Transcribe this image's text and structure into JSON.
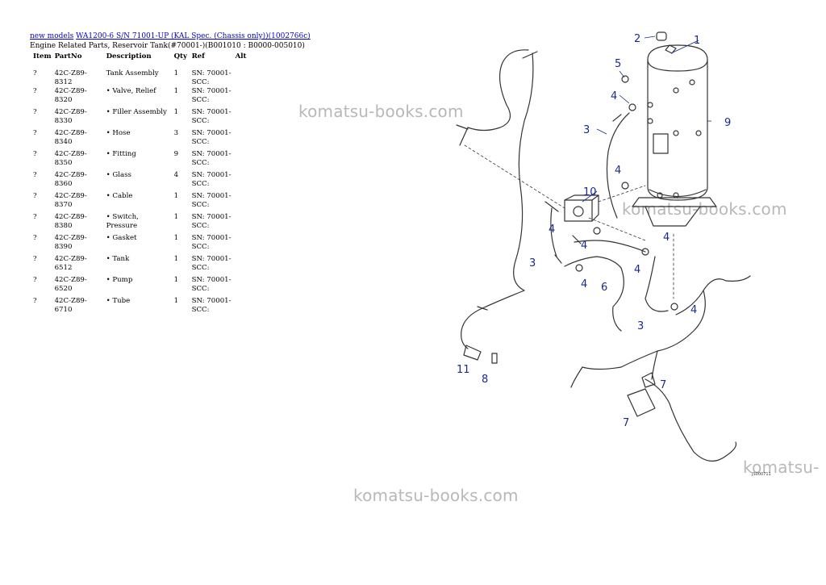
{
  "breadcrumb": {
    "link1": "new models",
    "link2": "WA1200-6 S/N 71001-UP (KAL Spec. (Chassis only))(1002766c)"
  },
  "subtitle": "Engine Related Parts, Reservoir Tank(#70001-)(B001010 : B0000-005010)",
  "table": {
    "headers": {
      "item": "Item",
      "partno": "PartNo",
      "description": "Description",
      "qty": "Qty",
      "ref": "Ref",
      "alt": "Alt"
    },
    "rows": [
      {
        "item": "?",
        "partno": "42C-Z89-8312",
        "description": "Tank Assembly",
        "qty": "1",
        "ref": "SN: 70001-SCC:"
      },
      {
        "item": "?",
        "partno": "42C-Z89-8320",
        "description": "• Valve, Relief",
        "qty": "1",
        "ref": "SN: 70001-SCC:"
      },
      {
        "item": "?",
        "partno": "42C-Z89-8330",
        "description": "• Filler Assembly",
        "qty": "1",
        "ref": "SN: 70001-SCC:"
      },
      {
        "item": "?",
        "partno": "42C-Z89-8340",
        "description": "• Hose",
        "qty": "3",
        "ref": "SN: 70001-SCC:"
      },
      {
        "item": "?",
        "partno": "42C-Z89-8350",
        "description": "• Fitting",
        "qty": "9",
        "ref": "SN: 70001-SCC:"
      },
      {
        "item": "?",
        "partno": "42C-Z89-8360",
        "description": "• Glass",
        "qty": "4",
        "ref": "SN: 70001-SCC:"
      },
      {
        "item": "?",
        "partno": "42C-Z89-8370",
        "description": "• Cable",
        "qty": "1",
        "ref": "SN: 70001-SCC:"
      },
      {
        "item": "?",
        "partno": "42C-Z89-8380",
        "description": "• Switch, Pressure",
        "qty": "1",
        "ref": "SN: 70001-SCC:"
      },
      {
        "item": "?",
        "partno": "42C-Z89-8390",
        "description": "• Gasket",
        "qty": "1",
        "ref": "SN: 70001-SCC:"
      },
      {
        "item": "?",
        "partno": "42C-Z89-6512",
        "description": "• Tank",
        "qty": "1",
        "ref": "SN: 70001-SCC:"
      },
      {
        "item": "?",
        "partno": "42C-Z89-6520",
        "description": "• Pump",
        "qty": "1",
        "ref": "SN: 70001-SCC:"
      },
      {
        "item": "?",
        "partno": "42C-Z89-6710",
        "description": "• Tube",
        "qty": "1",
        "ref": "SN: 70001-SCC:"
      }
    ]
  },
  "watermarks": [
    "komatsu-books.com",
    "komatsu-books.com",
    "komatsu-books.com",
    "komatsu-"
  ],
  "diagram": {
    "code": "JS000711",
    "callouts": [
      "1",
      "2",
      "3",
      "3",
      "3",
      "4",
      "4",
      "4",
      "4",
      "4",
      "4",
      "4",
      "4",
      "5",
      "6",
      "7",
      "7",
      "8",
      "9",
      "10",
      "11"
    ]
  }
}
